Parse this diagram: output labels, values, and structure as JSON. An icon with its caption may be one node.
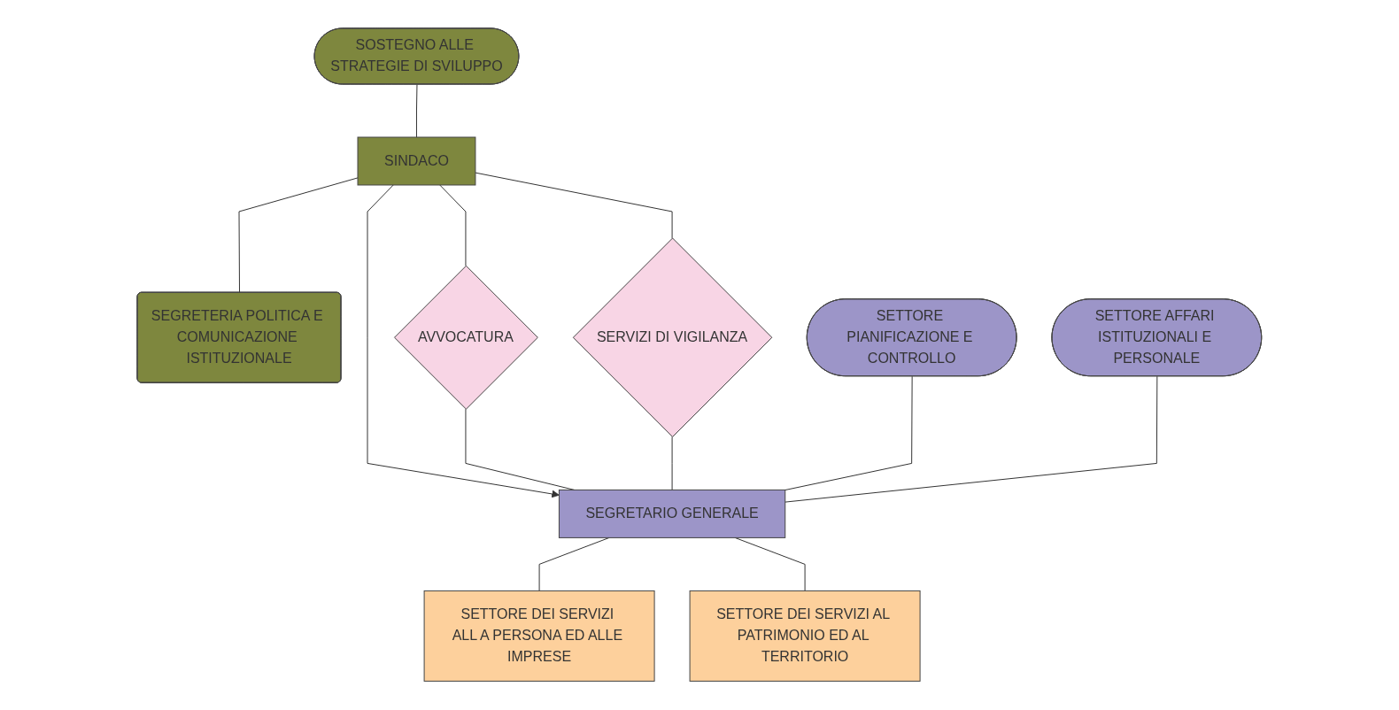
{
  "diagram": {
    "nodes": [
      {
        "text": [
          "SOSTEGNO ALLE STRATEGIE DI SVILUPPO"
        ]
      },
      {
        "text": [
          "SINDACO"
        ]
      },
      {
        "text": [
          "SEGRETERIA POLITICA E COMUNICAZIONE ISTITUZIONALE"
        ]
      },
      {
        "text": [
          "AVVOCATURA"
        ]
      },
      {
        "text": [
          "SEGRETARIO GENERALE"
        ]
      },
      {
        "text": [
          "SERVIZI DI VIGILANZA"
        ]
      },
      {
        "text": [
          "SETTORE PIANIFICAZIONE E CONTROLLO"
        ]
      },
      {
        "text": [
          "SETTORE DEI SERVIZI ALL A PERSONA ED ALLE IMPRESE"
        ]
      },
      {
        "text": [
          "SETTORE AFFARI ISTITUZIONALI E PERSONALE"
        ]
      },
      {
        "text": [
          "SETTORE DEI SERVIZI AL PATRIMONIO ED AL TERRITORIO"
        ]
      }
    ],
    "edges": [
      {
        "from": 0,
        "to": 1,
        "arrow": "none"
      },
      {
        "from": 1,
        "to": 2,
        "arrow": "none"
      },
      {
        "from": 1,
        "to": 4,
        "arrow": "to"
      },
      {
        "from": 1,
        "to": 3,
        "arrow": "none"
      },
      {
        "from": 3,
        "to": 4,
        "arrow": "none"
      },
      {
        "from": 1,
        "to": 5,
        "arrow": "none"
      },
      {
        "from": 5,
        "to": 4,
        "arrow": "none"
      },
      {
        "from": 6,
        "to": 4,
        "arrow": "none"
      },
      {
        "from": 8,
        "to": 4,
        "arrow": "none"
      },
      {
        "from": 4,
        "to": 7,
        "arrow": "none"
      },
      {
        "from": 4,
        "to": 9,
        "arrow": "none"
      }
    ]
  }
}
